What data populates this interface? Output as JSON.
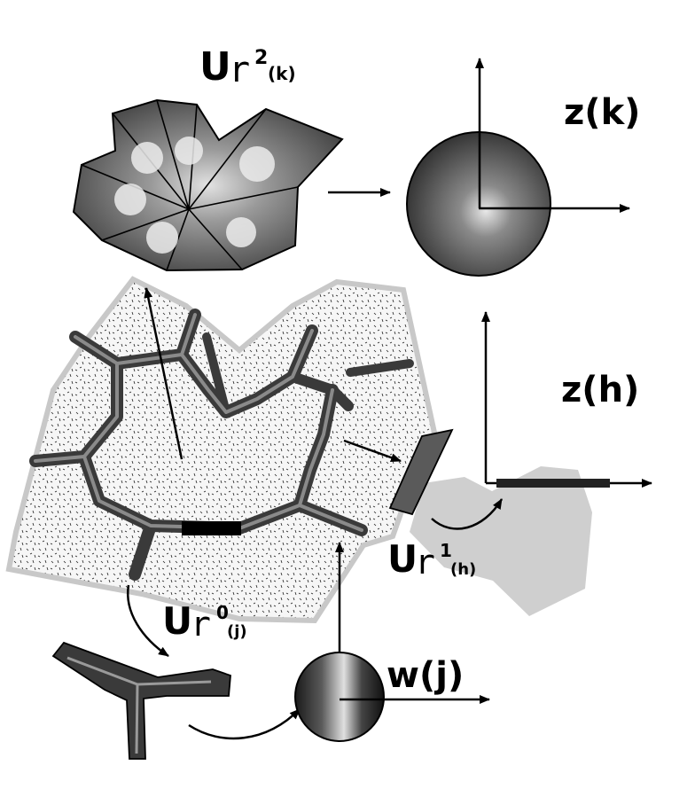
{
  "labels": {
    "u2_base": "U",
    "u2_sub": "r",
    "u2_sup": "2",
    "u2_arg": "(k)",
    "u1_base": "U",
    "u1_sub": "r",
    "u1_sup": "1",
    "u1_arg": "(h)",
    "u0_base": "U",
    "u0_sub": "r",
    "u0_sup": "0",
    "u0_arg": "(j)",
    "z_k": "z(k)",
    "z_h": "z(h)",
    "w_j": "w(j)"
  },
  "colors": {
    "ink": "#000000",
    "tile_dark": "#3a3a3a",
    "tile_mid": "#6e6e6e",
    "tile_light": "#d8d8d8",
    "region_fill": "#f2f2f2",
    "region_border": "#c8c8c8",
    "ghost_gray": "#cfcfcf"
  }
}
